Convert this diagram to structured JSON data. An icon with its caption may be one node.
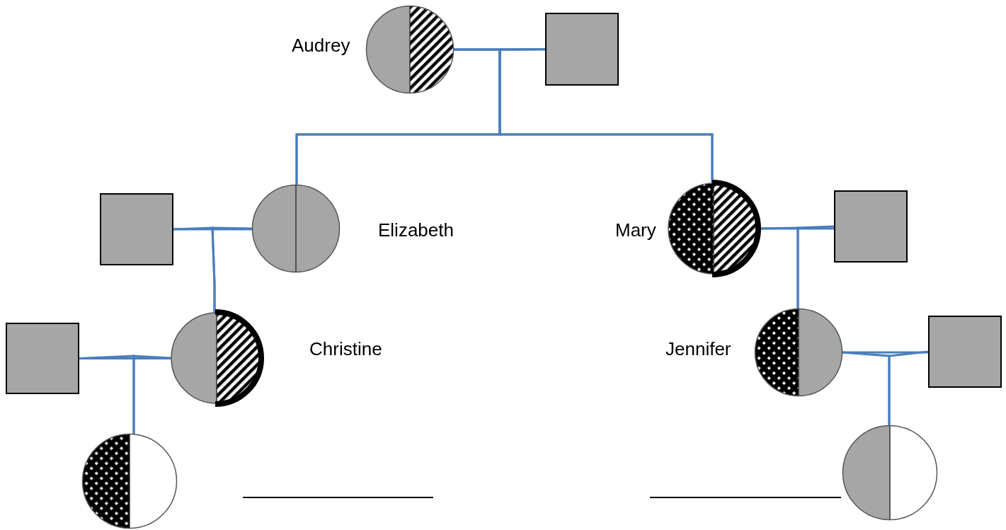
{
  "diagram": {
    "nodes": [
      {
        "text": [],
        "shape": "circle",
        "beside": [
          "Audrey"
        ]
      },
      {
        "text": [],
        "shape": "box"
      },
      {
        "text": [],
        "shape": "box"
      },
      {
        "text": [],
        "shape": "circle",
        "beside": [
          "Elizabeth"
        ]
      },
      {
        "text": [],
        "shape": "circle",
        "beside": [
          "Mary"
        ]
      },
      {
        "text": [],
        "shape": "box"
      },
      {
        "text": [],
        "shape": "box"
      },
      {
        "text": [],
        "shape": "circle",
        "beside": [
          "Christine"
        ]
      },
      {
        "text": [],
        "shape": "circle",
        "beside": [
          "Jennifer"
        ]
      },
      {
        "text": [],
        "shape": "box"
      },
      {
        "text": [],
        "shape": "circle"
      },
      {
        "text": [],
        "shape": "circle"
      }
    ],
    "edges": [
      {
        "from": 0,
        "to": 1,
        "arrow": "none"
      },
      {
        "from": 0,
        "to": 3,
        "arrow": "none"
      },
      {
        "from": 1,
        "to": 3,
        "arrow": "none"
      },
      {
        "from": 0,
        "to": 4,
        "arrow": "none"
      },
      {
        "from": 1,
        "to": 4,
        "arrow": "none"
      },
      {
        "from": 2,
        "to": 3,
        "arrow": "none"
      },
      {
        "from": 2,
        "to": 7,
        "arrow": "none"
      },
      {
        "from": 3,
        "to": 7,
        "arrow": "none"
      },
      {
        "from": 4,
        "to": 5,
        "arrow": "none"
      },
      {
        "from": 4,
        "to": 8,
        "arrow": "none"
      },
      {
        "from": 5,
        "to": 8,
        "arrow": "none"
      },
      {
        "from": 6,
        "to": 7,
        "arrow": "none"
      },
      {
        "from": 6,
        "to": 10,
        "arrow": "none"
      },
      {
        "from": 7,
        "to": 10,
        "arrow": "none"
      },
      {
        "from": 8,
        "to": 9,
        "arrow": "none"
      },
      {
        "from": 8,
        "to": 11,
        "arrow": "none"
      },
      {
        "from": 9,
        "to": 11,
        "arrow": "none"
      }
    ]
  }
}
